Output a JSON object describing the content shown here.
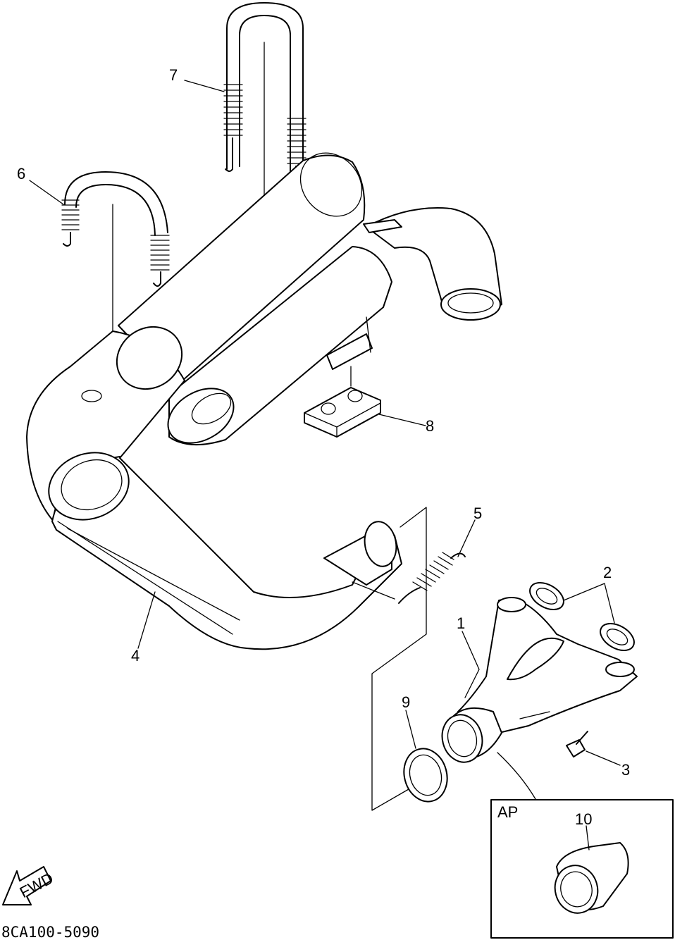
{
  "callouts": [
    {
      "id": "1",
      "part": "exhaust-pipe"
    },
    {
      "id": "2",
      "part": "gasket"
    },
    {
      "id": "3",
      "part": "bolt"
    },
    {
      "id": "4",
      "part": "muffler"
    },
    {
      "id": "5",
      "part": "spring"
    },
    {
      "id": "6",
      "part": "spring-hook-rear"
    },
    {
      "id": "7",
      "part": "spring-hook-front"
    },
    {
      "id": "8",
      "part": "damper"
    },
    {
      "id": "9",
      "part": "gasket-ring"
    },
    {
      "id": "10",
      "part": "joint-ap"
    }
  ],
  "inset_label": "AP",
  "fwd_label": "FWD",
  "diagram_code": "8CA100-5090",
  "icons": {
    "fwd_arrow": "fwd-arrow-icon"
  }
}
